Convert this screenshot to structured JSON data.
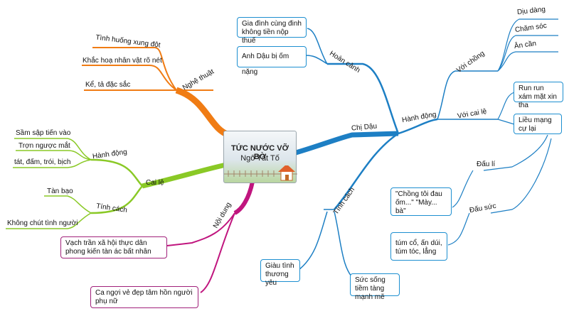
{
  "central": {
    "title": "TỨC NƯỚC VỠ BỜ",
    "subtitle": "Ngô Tất Tố"
  },
  "branches": {
    "nghe_thuat": {
      "label": "Nghệ thuật",
      "items": [
        "Tình huống xung đột",
        "Khắc hoạ nhân vật rõ nét",
        "Kể, tả đặc sắc"
      ]
    },
    "cai_le": {
      "label": "Cai lệ",
      "hanh_dong": {
        "label": "Hành động",
        "items": [
          "Sầm sập tiến vào",
          "Trợn ngược mắt",
          "tát, đấm, trói, bịch"
        ]
      },
      "tinh_cach": {
        "label": "Tính cách",
        "items": [
          "Tàn bạo",
          "Không chút tình người"
        ]
      }
    },
    "noi_dung": {
      "label": "Nội dung",
      "items": [
        "Vạch trần xã hội thực dân phong kiến tàn ác bất nhân",
        "Ca ngợi vẻ đẹp tâm hồn người phụ nữ"
      ]
    },
    "chi_dau": {
      "label": "Chị Dậu",
      "hoan_canh": {
        "label": "Hoàn cảnh",
        "items": [
          "Gia đình cùng đinh không tiền nộp thuế",
          "Anh Dậu bị ốm nặng"
        ]
      },
      "hanh_dong": {
        "label": "Hành động",
        "voi_chong": {
          "label": "Với chồng",
          "items": [
            "Dịu dàng",
            "Chăm sóc",
            "Ân cần"
          ]
        },
        "voi_cai_le": {
          "label": "Với cai lệ",
          "items": [
            "Run run xám mặt xin tha",
            "Liều mạng cự lại"
          ]
        },
        "dau_li": {
          "label": "Đấu lí",
          "quote": "\"Chồng tôi đau ốm...\" \"Mày... bà\""
        },
        "dau_suc": {
          "label": "Đấu sức",
          "text": "túm cổ, ấn dúi, túm tóc, lẳng"
        }
      },
      "tinh_cach": {
        "label": "Tính cách",
        "items": [
          "Giàu tình thương yêu",
          "Sức sống tiềm tàng mạnh mẽ"
        ]
      }
    }
  }
}
